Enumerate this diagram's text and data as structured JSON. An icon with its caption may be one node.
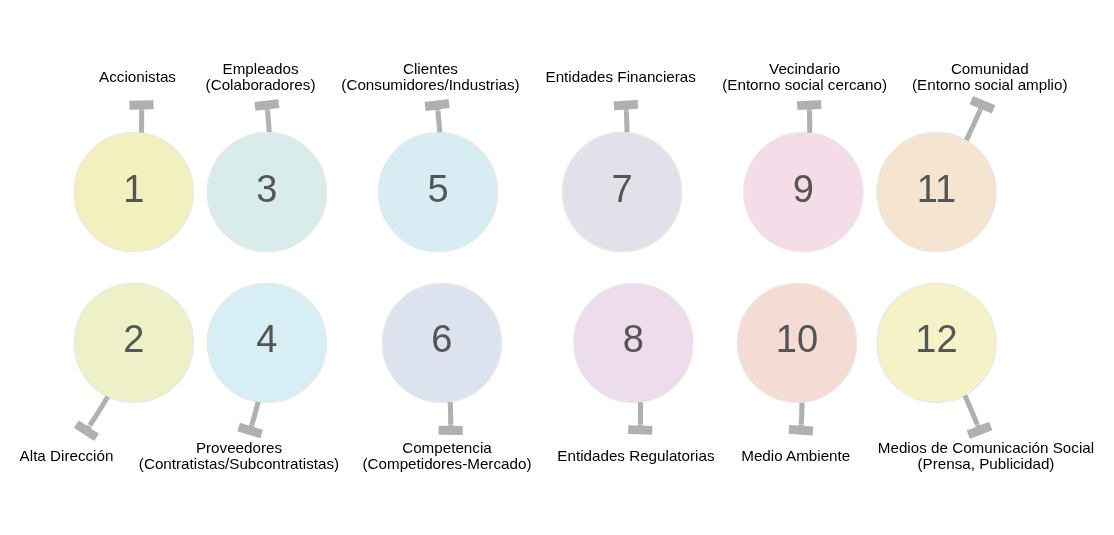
{
  "diagram": {
    "nodes": [
      {
        "text": [
          "Accionistas"
        ]
      },
      {
        "text": [
          "Empleados",
          "(Colaboradores)"
        ]
      },
      {
        "text": [
          "Clientes",
          "(Consumidores/Industrias)"
        ]
      },
      {
        "text": [
          "Entidades Financieras"
        ]
      },
      {
        "text": [
          "Vecindario",
          "(Entorno social cercano)"
        ]
      },
      {
        "text": [
          "Comunidad",
          "(Entorno social amplio)"
        ]
      },
      {
        "text": [
          "1"
        ]
      },
      {
        "text": [
          "2"
        ]
      },
      {
        "text": [
          "3"
        ]
      },
      {
        "text": [
          "4"
        ]
      },
      {
        "text": [
          "5"
        ]
      },
      {
        "text": [
          "6"
        ]
      },
      {
        "text": [
          "7"
        ]
      },
      {
        "text": [
          "8"
        ]
      },
      {
        "text": [
          "9"
        ]
      },
      {
        "text": [
          "10"
        ]
      },
      {
        "text": [
          "11"
        ]
      },
      {
        "text": [
          "12"
        ]
      },
      {
        "text": [
          "Alta Dirección"
        ]
      },
      {
        "text": [
          "Proveedores",
          "(Contratistas/Subcontratistas)"
        ]
      },
      {
        "text": [
          "Competencia",
          "(Competidores-Mercado)"
        ]
      },
      {
        "text": [
          "Entidades Regulatorias"
        ]
      },
      {
        "text": [
          "Medio Ambiente"
        ]
      },
      {
        "text": [
          "Medios de Comunicación Social",
          "(Prensa, Publicidad)"
        ]
      }
    ],
    "edges": [
      {
        "from": 6,
        "to": 0,
        "arrow": "other"
      },
      {
        "from": 7,
        "to": 18,
        "arrow": "other"
      },
      {
        "from": 8,
        "to": 1,
        "arrow": "other"
      },
      {
        "from": 9,
        "to": 19,
        "arrow": "other"
      },
      {
        "from": 10,
        "to": 2,
        "arrow": "other"
      },
      {
        "from": 11,
        "to": 20,
        "arrow": "other"
      },
      {
        "from": 12,
        "to": 3,
        "arrow": "other"
      },
      {
        "from": 13,
        "to": 21,
        "arrow": "other"
      },
      {
        "from": 14,
        "to": 4,
        "arrow": "other"
      },
      {
        "from": 15,
        "to": 22,
        "arrow": "other"
      },
      {
        "from": 16,
        "to": 5,
        "arrow": "other"
      },
      {
        "from": 17,
        "to": 23,
        "arrow": "other"
      }
    ]
  }
}
